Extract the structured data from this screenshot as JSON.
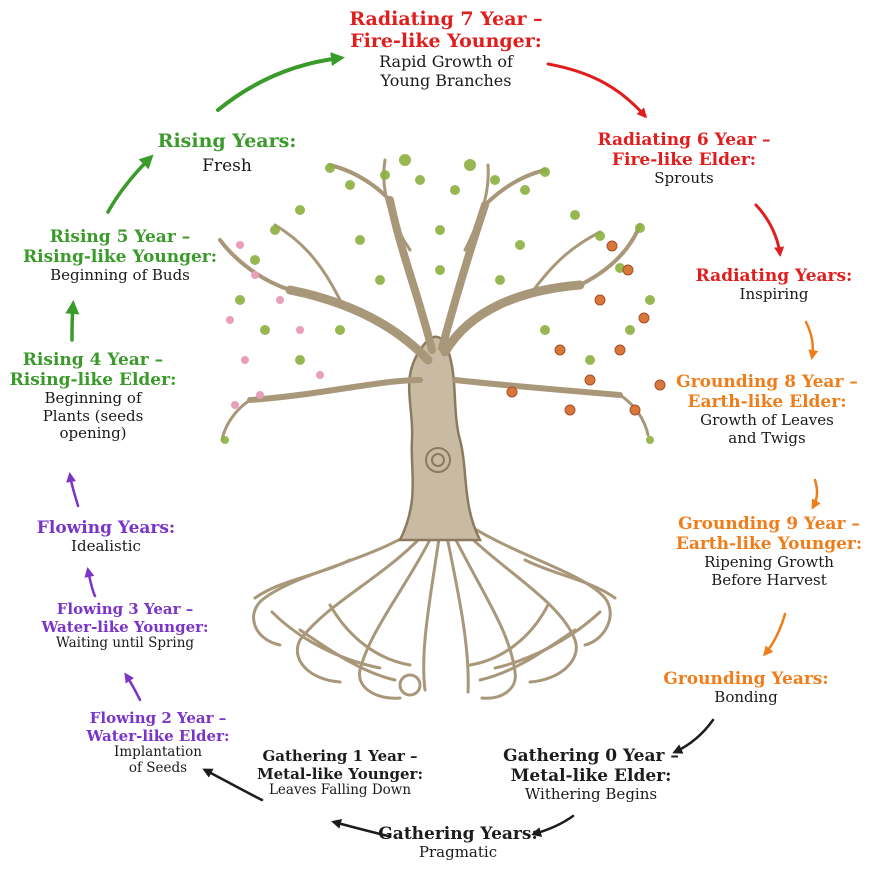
{
  "colors": {
    "fire": "#e01e1e",
    "earth": "#ef7d1a",
    "metal": "#1c1c1c",
    "water": "#7a35c8",
    "wood": "#3a9a2a",
    "bark": "#b4a48a",
    "leaf": "#8cb040",
    "blossom": "#e7a0b8",
    "fruit": "#d9773a"
  },
  "nodes": {
    "fire_younger": {
      "title1": "Radiating 7 Year –",
      "title2": "Fire-like Younger:",
      "desc": "Rapid Growth of\nYoung Branches"
    },
    "fire_elder": {
      "title1": "Radiating 6 Year –",
      "title2": "Fire-like Elder:",
      "desc": "Sprouts"
    },
    "radiating_years": {
      "title1": "Radiating Years:",
      "desc": "Inspiring"
    },
    "earth_elder": {
      "title1": "Grounding 8 Year –",
      "title2": "Earth-like Elder:",
      "desc": "Growth of Leaves\nand Twigs"
    },
    "earth_younger": {
      "title1": "Grounding 9 Year –",
      "title2": "Earth-like Younger:",
      "desc": "Ripening Growth\nBefore Harvest"
    },
    "grounding_years": {
      "title1": "Grounding Years:",
      "desc": "Bonding"
    },
    "metal_elder": {
      "title1": "Gathering 0 Year –",
      "title2": "Metal-like Elder:",
      "desc": "Withering Begins"
    },
    "gathering_years": {
      "title1": "Gathering Years:",
      "desc": "Pragmatic"
    },
    "metal_younger": {
      "title1": "Gathering 1 Year –",
      "title2": "Metal-like Younger:",
      "desc": "Leaves Falling Down"
    },
    "water_elder": {
      "title1": "Flowing 2 Year –",
      "title2": "Water-like Elder:",
      "desc": "Implantation\nof Seeds"
    },
    "water_younger": {
      "title1": "Flowing 3 Year –",
      "title2": "Water-like Younger:",
      "desc": "Waiting until Spring"
    },
    "flowing_years": {
      "title1": "Flowing Years:",
      "desc": "Idealistic"
    },
    "wood_elder": {
      "title1": "Rising 4 Year –",
      "title2": "Rising-like Elder:",
      "desc": "Beginning of\nPlants (seeds\nopening)"
    },
    "wood_younger": {
      "title1": "Rising 5 Year –",
      "title2": "Rising-like Younger:",
      "desc": "Beginning of Buds"
    },
    "rising_years": {
      "title1": "Rising Years:",
      "desc": "Fresh"
    }
  }
}
